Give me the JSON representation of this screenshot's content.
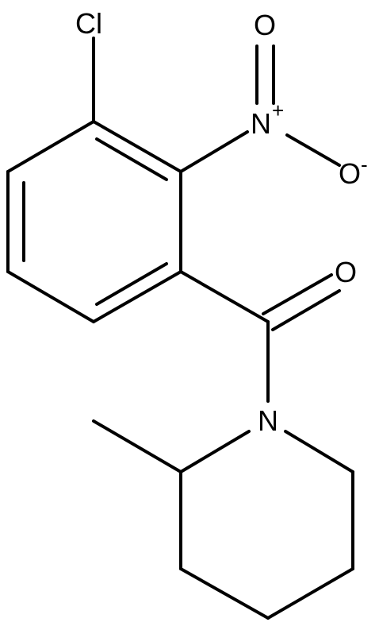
{
  "molecule": {
    "atoms": {
      "chlorine": "Cl",
      "nitro_nitrogen": "N",
      "nitro_nitrogen_charge": "+",
      "nitro_oxygen_double": "O",
      "nitro_oxygen_single": "O",
      "nitro_oxygen_single_charge": "-",
      "carbonyl_oxygen": "O",
      "piperidine_nitrogen": "N"
    }
  },
  "colors": {
    "bond": "#000000",
    "background": "#ffffff"
  }
}
